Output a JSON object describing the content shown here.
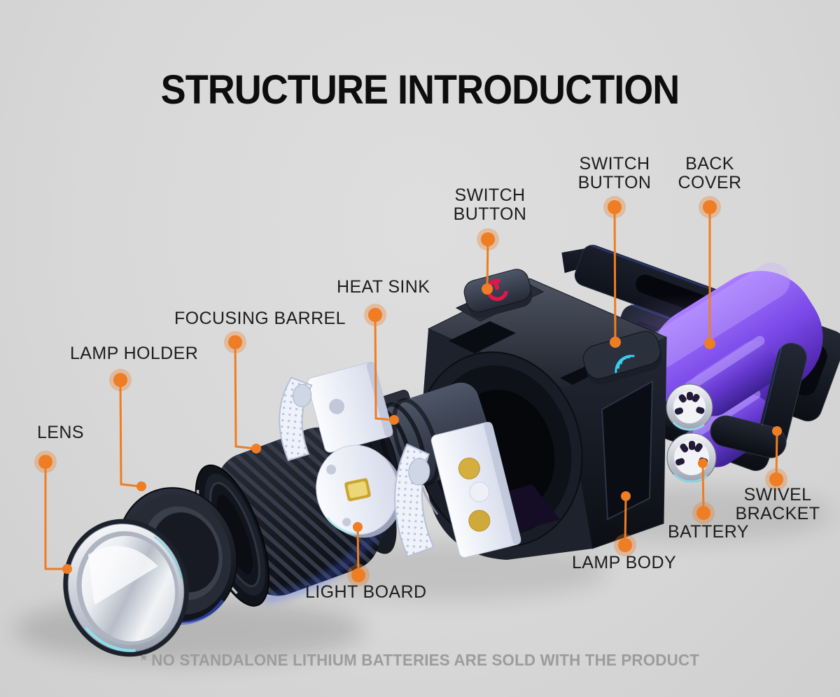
{
  "title": "STRUCTURE INTRODUCTION",
  "disclaimer": "* NO STANDALONE LITHIUM BATTERIES ARE SOLD WITH THE PRODUCT",
  "labels": {
    "lens": "LENS",
    "lamp_holder": "LAMP HOLDER",
    "focusing_barrel": "FOCUSING BARREL",
    "heat_sink": "HEAT SINK",
    "switch_button_front": "SWITCH BUTTON",
    "switch_button_rear": "SWITCH BUTTON",
    "back_cover": "BACK COVER",
    "light_board": "LIGHT BOARD",
    "lamp_body": "LAMP BODY",
    "battery": "BATTERY",
    "swivel_bracket": "SWIVEL BRACKET"
  },
  "icons": {
    "switch_button_front": "power-swirl-icon",
    "switch_button_rear": "wireless-beam-icon"
  },
  "colors": {
    "background": "#d8d8d8",
    "accent_orange": "#ee7d23",
    "marker_halo": "rgba(238,125,35,0.33)",
    "title_text": "#0d0d0d",
    "label_text": "#1d1d1f",
    "disclaimer_text": "#9c9c9c",
    "battery_purple": "#6f42e0",
    "glow_purple": "#8a55f2",
    "body_black": "#1a1d26"
  }
}
